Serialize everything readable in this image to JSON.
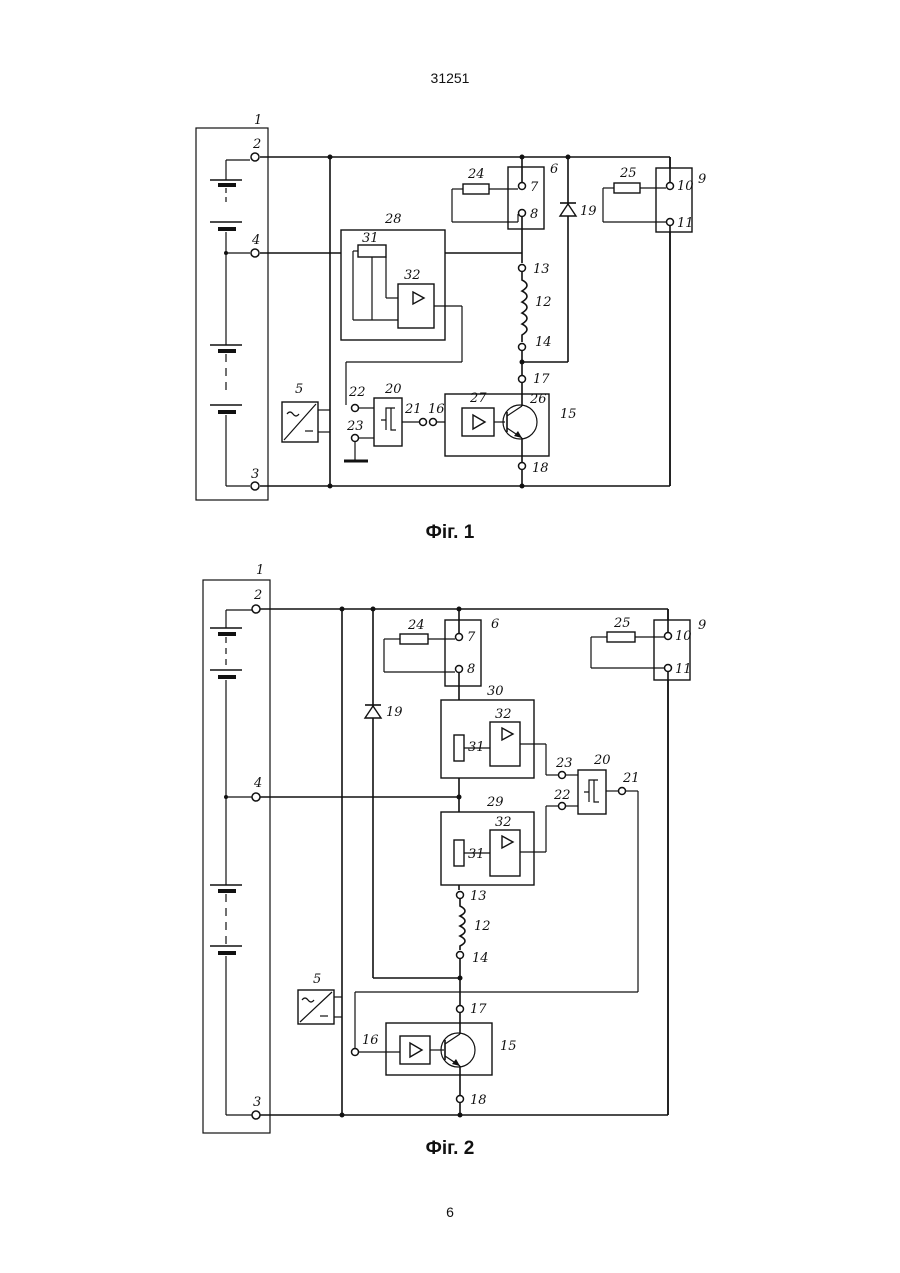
{
  "header": {
    "page_id": "31251"
  },
  "footer": {
    "page_number": "6"
  },
  "figure1": {
    "caption": "Фіг. 1",
    "labels": [
      "1",
      "2",
      "3",
      "4",
      "5",
      "6",
      "7",
      "8",
      "9",
      "10",
      "11",
      "12",
      "13",
      "14",
      "15",
      "16",
      "17",
      "18",
      "19",
      "20",
      "21",
      "22",
      "23",
      "24",
      "25",
      "26",
      "27",
      "28",
      "31",
      "32"
    ]
  },
  "figure2": {
    "caption": "Фіг. 2",
    "labels": [
      "1",
      "2",
      "3",
      "4",
      "5",
      "6",
      "7",
      "8",
      "9",
      "10",
      "11",
      "12",
      "13",
      "14",
      "15",
      "16",
      "17",
      "18",
      "19",
      "20",
      "21",
      "22",
      "23",
      "24",
      "25",
      "29",
      "30",
      "31",
      "31",
      "32",
      "32"
    ]
  }
}
